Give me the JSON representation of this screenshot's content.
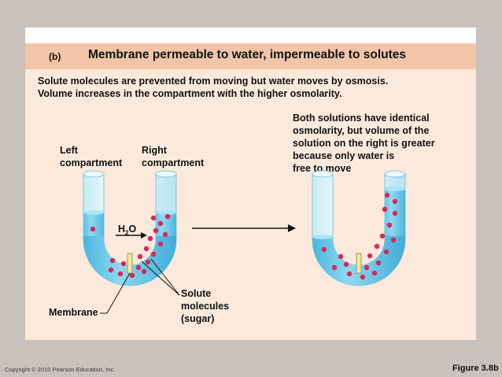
{
  "header": {
    "part_label": "(b)",
    "title": "Membrane permeable to water, impermeable to solutes"
  },
  "description": {
    "line1": "Solute molecules are prevented from moving but water moves by osmosis.",
    "line2": "Volume increases in the compartment with the higher osmolarity."
  },
  "note": {
    "line1": "Both solutions have identical",
    "line2": "osmolarity, but volume of the",
    "line3": "solution on the right is greater",
    "line4": "because only water is",
    "line5": "free to move"
  },
  "labels": {
    "left_compartment_1": "Left",
    "left_compartment_2": "compartment",
    "right_compartment_1": "Right",
    "right_compartment_2": "compartment",
    "water_base": "H",
    "water_sub": "2",
    "water_tail": "O",
    "solute_1": "Solute",
    "solute_2": "molecules",
    "solute_3": "(sugar)",
    "membrane": "Membrane"
  },
  "footer": {
    "copyright": "Copyright © 2010 Pearson Education, Inc.",
    "figure": "Figure 3.8b"
  },
  "colors": {
    "background": "#c9c1bc",
    "panel": "#fbeadc",
    "header_bar": "#f2c5a8",
    "tube_glass": "#dff4fb",
    "water": "#5cc3e6",
    "water_light": "#9ddff3",
    "solute": "#d8285a",
    "membrane": "#f0e6a0"
  }
}
